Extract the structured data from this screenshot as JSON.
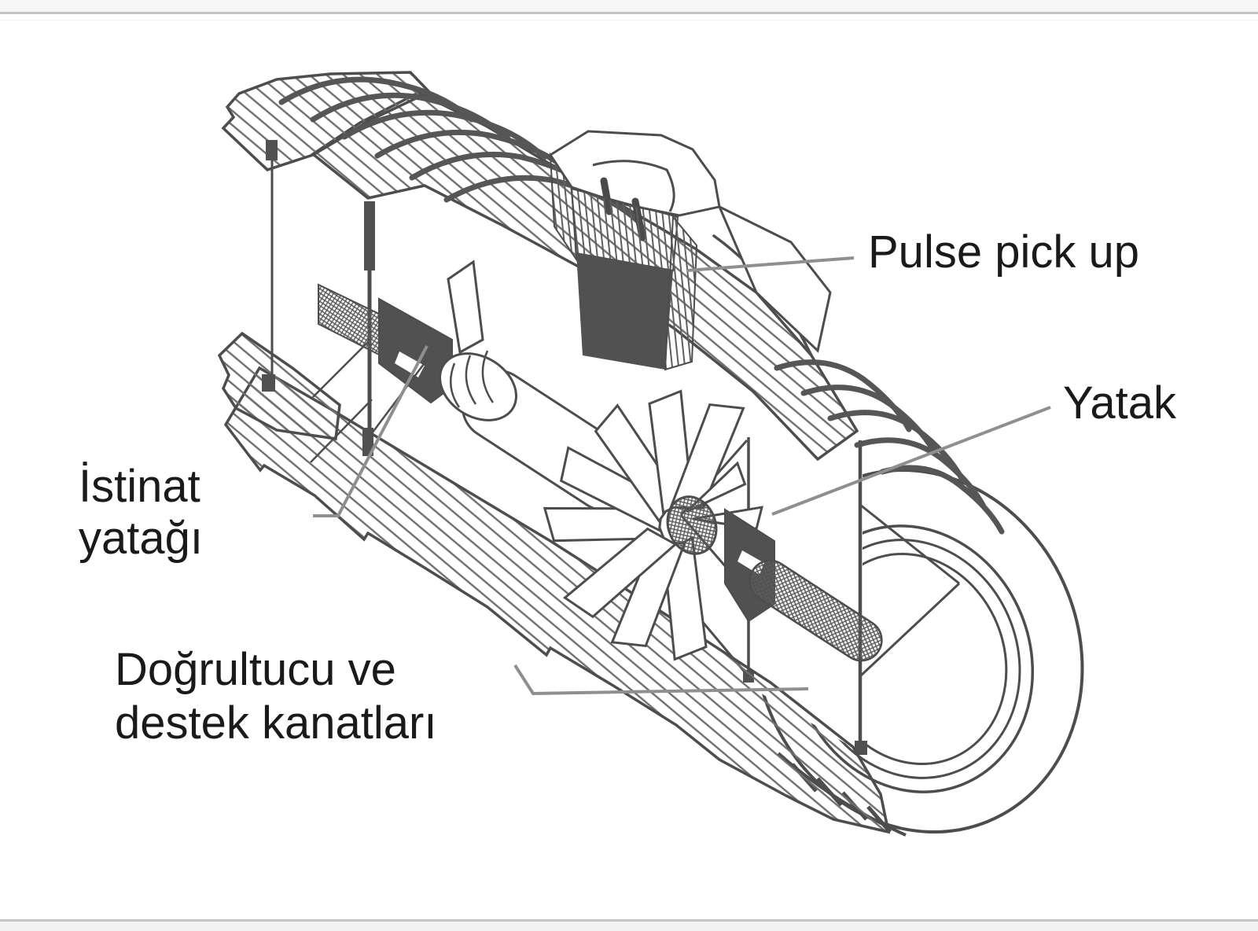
{
  "page": {
    "kind": "presentation slide with technical cutaway illustration",
    "background_color": "#ffffff"
  },
  "chrome": {
    "top_strip_color": "#f6f6f6",
    "divider_line_color": "#c4c4c4",
    "bottom_strip_color": "#f2f2f2"
  },
  "figure": {
    "subject": "turbine flowmeter cutaway drawing",
    "ink_color": "#4d4d4d",
    "dark_fill_color": "#515151",
    "leader_line_color": "#8f8f8f",
    "label_text_color": "#1a1a1a",
    "labels": {
      "pulse_pickup": {
        "text": "Pulse pick up"
      },
      "yatak": {
        "text": "Yatak"
      },
      "istinat": {
        "text": "İstinat\nyatağı"
      },
      "dogrultucu": {
        "text": "Doğrultucu ve\ndestek kanatları"
      }
    }
  }
}
